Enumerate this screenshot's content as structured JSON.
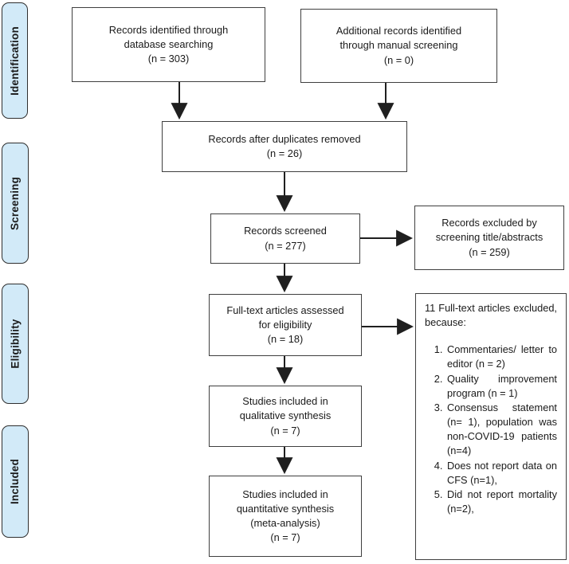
{
  "diagram": {
    "type": "prisma-flow-diagram",
    "stages": [
      {
        "label": "Identification"
      },
      {
        "label": "Screening"
      },
      {
        "label": "Eligibility"
      },
      {
        "label": "Included"
      }
    ],
    "boxes": {
      "db_search": {
        "text": "Records identified through\ndatabase searching\n(n = 303)"
      },
      "manual_screening": {
        "text": "Additional records identified\nthrough manual screening\n(n = 0)"
      },
      "duplicates_removed": {
        "text": "Records after duplicates removed\n(n = 26)"
      },
      "records_screened": {
        "text": "Records screened\n(n = 277)"
      },
      "records_excluded": {
        "text": "Records excluded by\nscreening title/abstracts\n(n = 259)"
      },
      "fulltext_assessed": {
        "text": "Full-text articles assessed\nfor eligibility\n(n = 18)"
      },
      "fulltext_excluded": {
        "title": "11 Full-text articles excluded, because:",
        "items": [
          "Commentaries/ letter to editor (n = 2)",
          "Quality improvement program (n = 1)",
          "Consensus statement (n= 1), population was non-COVID-19 patients (n=4)",
          "Does not report data on CFS (n=1),",
          "Did not report mortality (n=2),"
        ]
      },
      "qualitative": {
        "text": "Studies included in\nqualitative synthesis\n(n = 7)"
      },
      "quantitative": {
        "text": "Studies included in\nquantitative synthesis\n(meta-analysis)\n(n = 7)"
      }
    },
    "colors": {
      "stage_fill": "#d2eaf8",
      "box_border": "#3f3f3f",
      "arrow": "#1f1f1f",
      "background": "#ffffff"
    }
  }
}
